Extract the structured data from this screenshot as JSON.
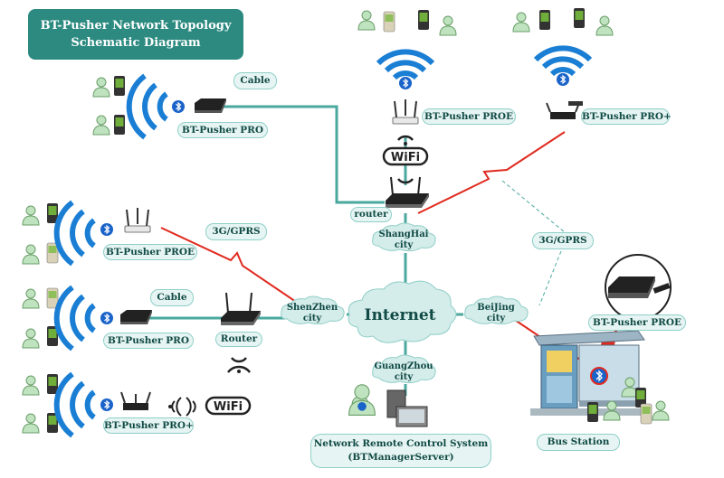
{
  "title_line1": "BT-Pusher Network Topology",
  "title_line2": "Schematic Diagram",
  "internet": "Internet",
  "cities": {
    "shanghai": [
      "ShangHai",
      "city"
    ],
    "shenzhen": [
      "ShenZhen",
      "city"
    ],
    "beijing": [
      "BeiJing",
      "city"
    ],
    "guangzhou": [
      "GuangZhou",
      "city"
    ]
  },
  "links": {
    "cable_top": "Cable",
    "cable_left": "Cable",
    "gprs_left": "3G/GPRS",
    "gprs_right": "3G/GPRS"
  },
  "devices": {
    "pro_top_left": "BT-Pusher PRO",
    "proe_top": "BT-Pusher PROE",
    "proplus_top": "BT-Pusher PRO+",
    "proe_left": "BT-Pusher PROE",
    "pro_left": "BT-Pusher PRO",
    "proplus_left": "BT-Pusher PRO+",
    "proe_bus": "BT-Pusher PROE"
  },
  "router_top": "router",
  "router_left": "Router",
  "wifi": "WiFi",
  "bus_station": "Bus Station",
  "server_line1": "Network Remote Control System",
  "server_line2": "(BTManagerServer)",
  "colors": {
    "teal": "#2c8a80",
    "line": "#4aa89e",
    "wave": "#1a7fd4",
    "red": "#e02a1f"
  }
}
